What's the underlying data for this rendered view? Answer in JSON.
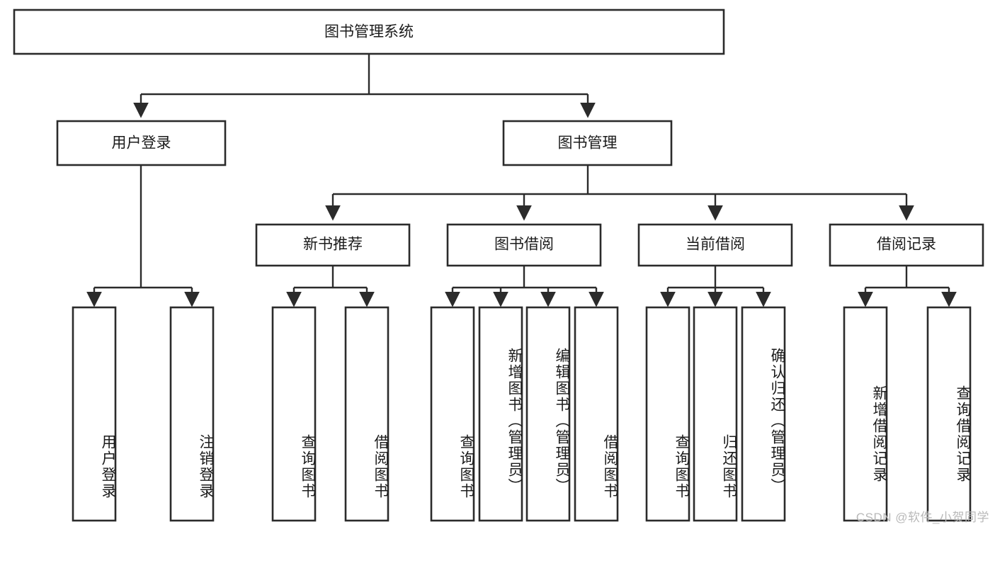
{
  "diagram": {
    "title": "图书管理系统",
    "type": "tree",
    "background": "#ffffff",
    "line_color": "#2b2b2b",
    "text_color": "#1b1b1b"
  },
  "nodes": {
    "root": {
      "label": "图书管理系统",
      "orientation": "horizontal"
    },
    "level2": [
      {
        "label": "用户登录",
        "orientation": "horizontal"
      },
      {
        "label": "图书管理",
        "orientation": "horizontal"
      }
    ],
    "level3": [
      {
        "label": "新书推荐",
        "orientation": "horizontal"
      },
      {
        "label": "图书借阅",
        "orientation": "horizontal"
      },
      {
        "label": "当前借阅",
        "orientation": "horizontal"
      },
      {
        "label": "借阅记录",
        "orientation": "horizontal"
      }
    ],
    "leaves": [
      {
        "label": "用户登录",
        "orientation": "vertical",
        "parent": "用户登录"
      },
      {
        "label": "注销登录",
        "orientation": "vertical",
        "parent": "用户登录"
      },
      {
        "label": "查询图书",
        "orientation": "vertical",
        "parent": "新书推荐"
      },
      {
        "label": "借阅图书",
        "orientation": "vertical",
        "parent": "新书推荐"
      },
      {
        "label": "查询图书",
        "orientation": "vertical",
        "parent": "图书借阅"
      },
      {
        "label": "新增图书（管理员）",
        "orientation": "vertical",
        "parent": "图书借阅"
      },
      {
        "label": "编辑图书（管理员）",
        "orientation": "vertical",
        "parent": "图书借阅"
      },
      {
        "label": "借阅图书",
        "orientation": "vertical",
        "parent": "图书借阅"
      },
      {
        "label": "查询图书",
        "orientation": "vertical",
        "parent": "当前借阅"
      },
      {
        "label": "归还图书",
        "orientation": "vertical",
        "parent": "当前借阅"
      },
      {
        "label": "确认归还（管理员）",
        "orientation": "vertical",
        "parent": "当前借阅"
      },
      {
        "label": "新增借阅记录",
        "orientation": "vertical",
        "parent": "借阅记录"
      },
      {
        "label": "查询借阅记录",
        "orientation": "vertical",
        "parent": "借阅记录"
      }
    ]
  },
  "watermark": {
    "text": "CSDN @软件_小贺同学"
  }
}
